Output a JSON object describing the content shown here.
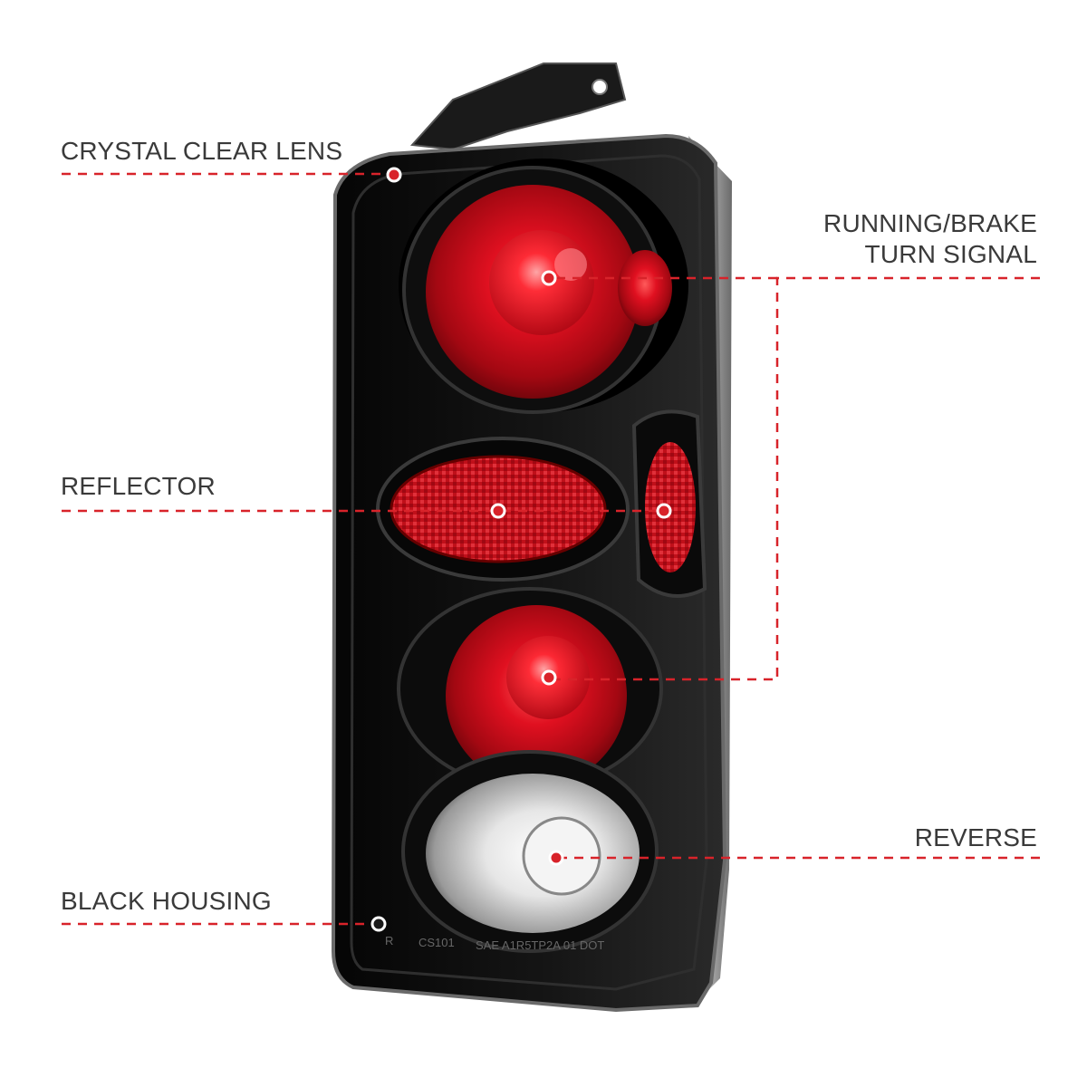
{
  "callouts": {
    "crystal_clear_lens": "CRYSTAL CLEAR LENS",
    "running_brake_line1": "RUNNING/BRAKE",
    "running_brake_line2": "TURN SIGNAL",
    "reflector": "REFLECTOR",
    "reverse": "REVERSE",
    "black_housing": "BLACK HOUSING"
  },
  "housing_markings": {
    "brand": "R",
    "model": "CS101",
    "dot_code": "SAE A1R5TP2A  01 DOT"
  },
  "colors": {
    "callout_line": "#d8232a",
    "label_text": "#3a3a3a",
    "housing": "#0b0b0b",
    "lens_red": "#c8101d",
    "reverse_lens": "#e8e8e8"
  }
}
